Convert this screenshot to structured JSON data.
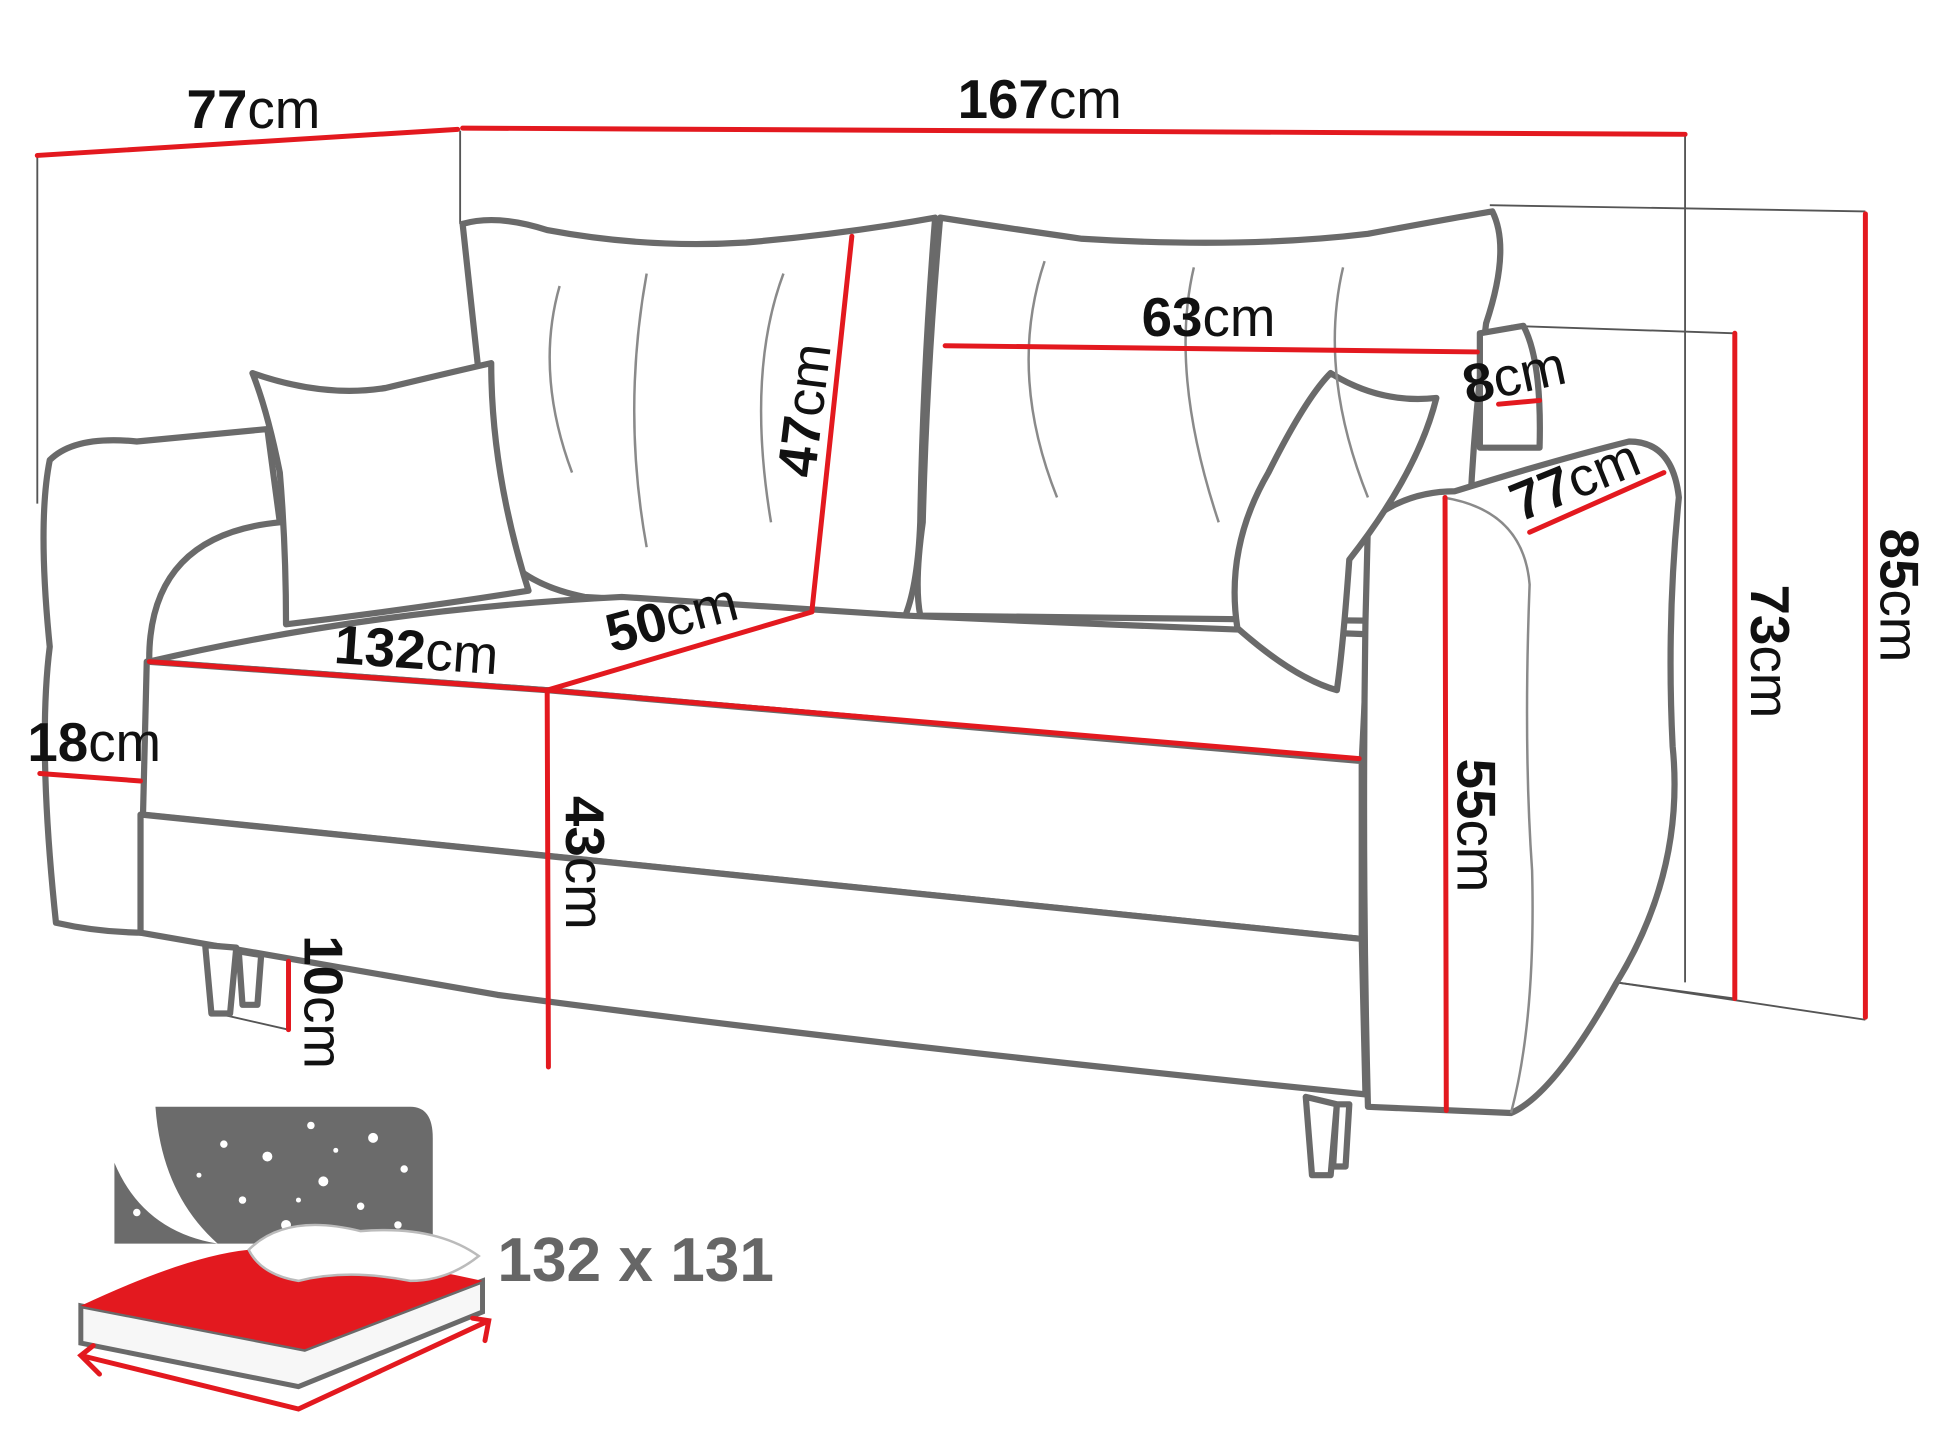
{
  "title": "Sofa bed dimensions",
  "colors": {
    "dimension_line": "#e3191f",
    "outline": "#6a6a6a",
    "icon_gray": "#6b6b6b"
  },
  "dimensions": {
    "depth_top": {
      "value": "77",
      "unit": "cm"
    },
    "width_total": {
      "value": "167",
      "unit": "cm"
    },
    "back_cushion_width": {
      "value": "63",
      "unit": "cm"
    },
    "back_cushion_height": {
      "value": "47",
      "unit": "cm"
    },
    "back_thickness": {
      "value": "8",
      "unit": "cm"
    },
    "arm_depth": {
      "value": "77",
      "unit": "cm"
    },
    "height_total": {
      "value": "85",
      "unit": "cm"
    },
    "height_back": {
      "value": "73",
      "unit": "cm"
    },
    "arm_height": {
      "value": "55",
      "unit": "cm"
    },
    "seat_width": {
      "value": "132",
      "unit": "cm"
    },
    "seat_depth": {
      "value": "50",
      "unit": "cm"
    },
    "arm_width": {
      "value": "18",
      "unit": "cm"
    },
    "seat_height": {
      "value": "43",
      "unit": "cm"
    },
    "leg_height": {
      "value": "10",
      "unit": "cm"
    }
  },
  "sleeping_area": {
    "label": "132 x 131",
    "icon": "bed-night-icon"
  }
}
